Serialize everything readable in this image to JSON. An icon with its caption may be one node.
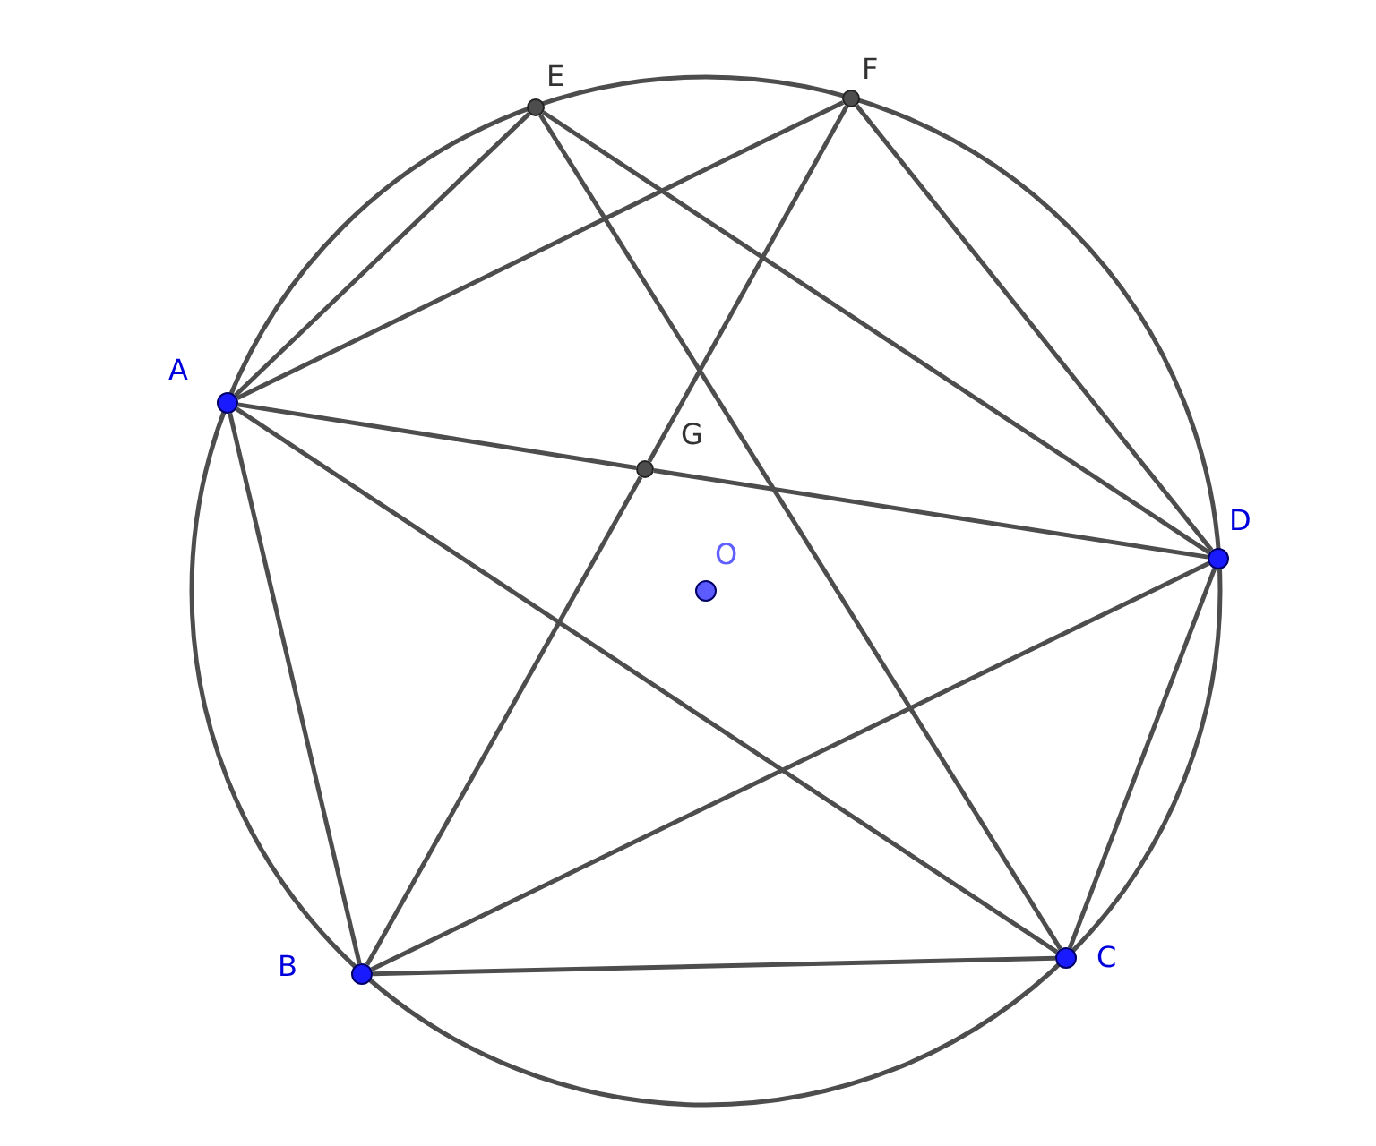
{
  "diagram": {
    "nodes": [
      {
        "text": [
          "E"
        ]
      },
      {
        "text": [
          "F"
        ]
      },
      {
        "text": [
          "A"
        ]
      },
      {
        "text": [
          "G"
        ]
      },
      {
        "text": [
          "D"
        ]
      },
      {
        "text": [
          "O"
        ]
      },
      {
        "text": [
          "B"
        ]
      },
      {
        "text": [
          "C"
        ]
      }
    ],
    "edges": [
      {
        "from": 2,
        "to": 0,
        "arrow": "none"
      },
      {
        "from": 2,
        "to": 1,
        "arrow": "none"
      },
      {
        "from": 2,
        "to": 3,
        "arrow": "none"
      },
      {
        "from": 3,
        "to": 4,
        "arrow": "none"
      },
      {
        "from": 2,
        "to": 7,
        "arrow": "none"
      },
      {
        "from": 2,
        "to": 6,
        "arrow": "none"
      },
      {
        "from": 0,
        "to": 4,
        "arrow": "none"
      },
      {
        "from": 0,
        "to": 7,
        "arrow": "none"
      },
      {
        "from": 1,
        "to": 3,
        "arrow": "none"
      },
      {
        "from": 3,
        "to": 6,
        "arrow": "none"
      },
      {
        "from": 1,
        "to": 4,
        "arrow": "none"
      },
      {
        "from": 6,
        "to": 7,
        "arrow": "none"
      },
      {
        "from": 6,
        "to": 4,
        "arrow": "none"
      },
      {
        "from": 7,
        "to": 4,
        "arrow": "none"
      }
    ]
  }
}
